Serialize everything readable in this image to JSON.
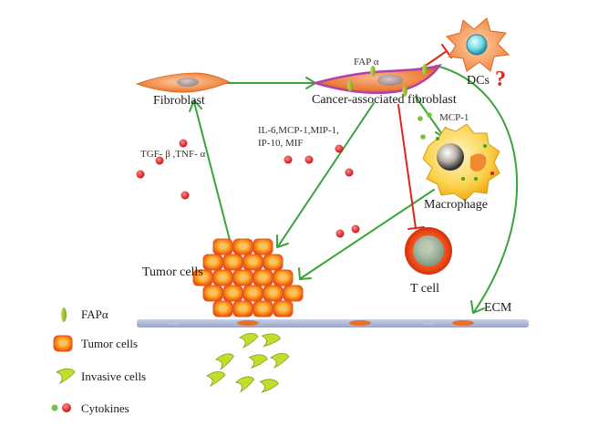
{
  "labels": {
    "fibroblast": "Fibroblast",
    "caf": "Cancer-associated fibroblast",
    "fap_alpha_top": "FAP α",
    "dcs": "DCs",
    "dcs_question": "?",
    "mcp1": "MCP-1",
    "cytokine_list_line1": "IL-6,MCP-1,MIP-1,",
    "cytokine_list_line2": "IP-10, MIF",
    "tgf_tnf": "TGF- β ,TNF- α",
    "macrophage": "Macrophage",
    "tumor_cells": "Tumor cells",
    "t_cell": "T cell",
    "ecm": "ECM"
  },
  "legend": [
    {
      "label": "FAPα",
      "icon": "fap-alpha-icon",
      "color": "#8bb82e"
    },
    {
      "label": "Tumor cells",
      "icon": "tumor-cell-icon",
      "color": "#ee5a22"
    },
    {
      "label": "Invasive cells",
      "icon": "invasive-cell-icon",
      "color": "#c5dc2a"
    },
    {
      "label": "Cytokines",
      "icon": "cytokine-icon",
      "color": "#cc1f1f"
    }
  ],
  "colors": {
    "stimulate_arrow": "#3aa33a",
    "inhibit_arrow": "#e0261b",
    "cytokine_red": "#cc1f1f",
    "cytokine_green": "#78c043",
    "tumor_orange": "#ee5a22",
    "fibroblast": "#f08a48"
  }
}
